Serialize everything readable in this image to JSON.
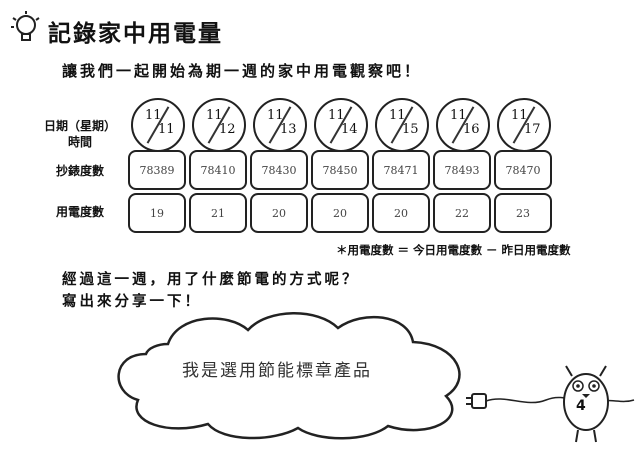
{
  "title": "記錄家中用電量",
  "intro": "讓我們一起開始為期一週的家中用電觀察吧！",
  "row_labels": {
    "date": "日期（星期）",
    "time": "時間",
    "meter": "抄錶度數",
    "usage": "用電度數"
  },
  "records": [
    {
      "month": "11",
      "day": "11",
      "meter": "78389",
      "usage": "19"
    },
    {
      "month": "11",
      "day": "12",
      "meter": "78410",
      "usage": "21"
    },
    {
      "month": "11",
      "day": "13",
      "meter": "78430",
      "usage": "20"
    },
    {
      "month": "11",
      "day": "14",
      "meter": "78450",
      "usage": "20"
    },
    {
      "month": "11",
      "day": "15",
      "meter": "78471",
      "usage": "20"
    },
    {
      "month": "11",
      "day": "16",
      "meter": "78493",
      "usage": "22"
    },
    {
      "month": "11",
      "day": "17",
      "meter": "78470",
      "usage": "23"
    }
  ],
  "formula_note": "＊用電度數 ＝ 今日用電度數 － 昨日用電度數",
  "question_line1": "經過這一週，用了什麼節電的方式呢？",
  "question_line2": "寫出來分享一下！",
  "answer": "我是選用節能標章產品",
  "mascot_number": "4",
  "icons": {
    "title_icon": "lightbulb-icon",
    "mascot": "owl-mascot",
    "plug": "plug-icon"
  }
}
